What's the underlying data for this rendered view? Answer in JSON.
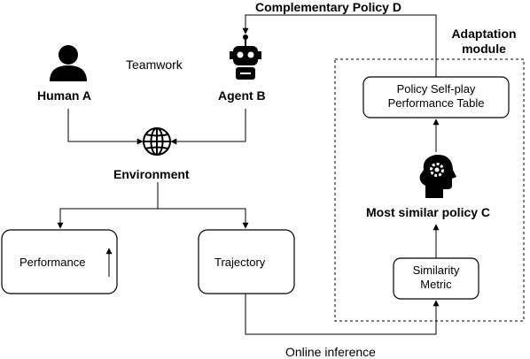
{
  "title": "Complementary Policy  D",
  "adaptation": {
    "line1": "Adaptation",
    "line2": "module"
  },
  "human": {
    "label": "Human A",
    "icon": "person-icon"
  },
  "agent": {
    "label": "Agent B",
    "icon": "robot-icon"
  },
  "teamwork": "Teamwork",
  "environment": {
    "label": "Environment",
    "icon": "globe-icon"
  },
  "performance": "Performance",
  "trajectory": "Trajectory",
  "online_inference": "Online inference",
  "policy_table": {
    "line1": "Policy Self-play",
    "line2": "Performance Table"
  },
  "most_similar": {
    "label": "Most similar policy C",
    "icon": "head-gear-icon"
  },
  "similarity_metric": {
    "line1": "Similarity",
    "line2": "Metric"
  },
  "colors": {
    "line": "#000000",
    "icon": "#000000"
  }
}
